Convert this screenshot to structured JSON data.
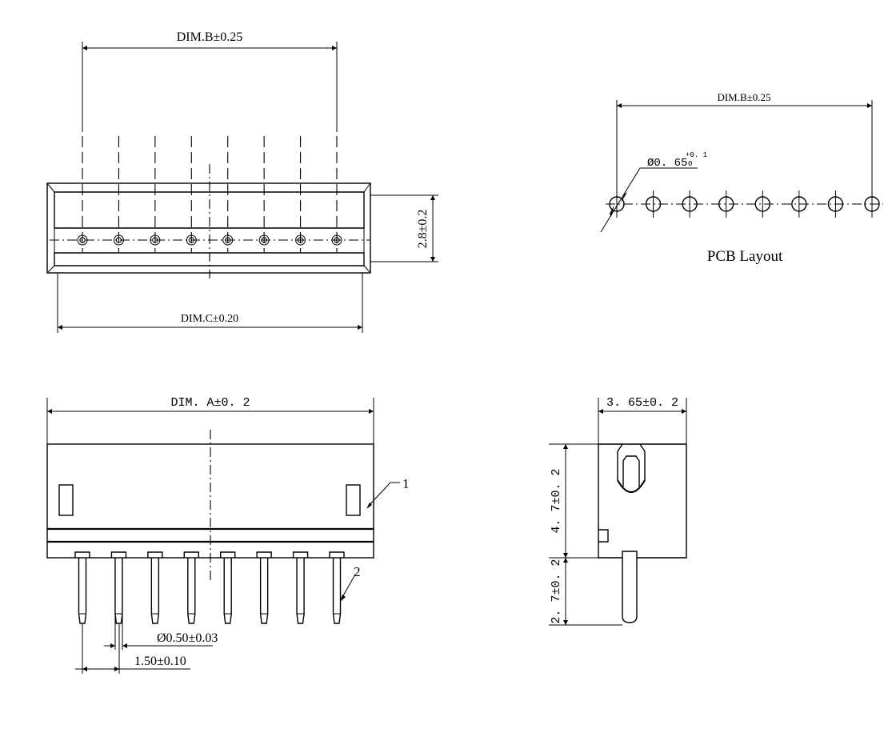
{
  "front_view": {
    "dim_b": "DIM.B±0.25",
    "dim_c": "DIM.C±0.20",
    "height": "2.8±0.2"
  },
  "pcb_layout": {
    "dim_b": "DIM.B±0.25",
    "hole_diameter": "Ø0. 65",
    "hole_tol_upper": "+0. 1",
    "hole_tol_lower": "0",
    "caption": "PCB Layout"
  },
  "side_view": {
    "dim_a": "DIM. A±0. 2",
    "callout_1": "1",
    "callout_2": "2",
    "pin_diameter": "Ø0.50±0.03",
    "pin_pitch": "1.50±0.10"
  },
  "end_view": {
    "width": "3. 65±0. 2",
    "body_height": "4. 7±0. 2",
    "pin_length": "2. 7±0. 2"
  }
}
